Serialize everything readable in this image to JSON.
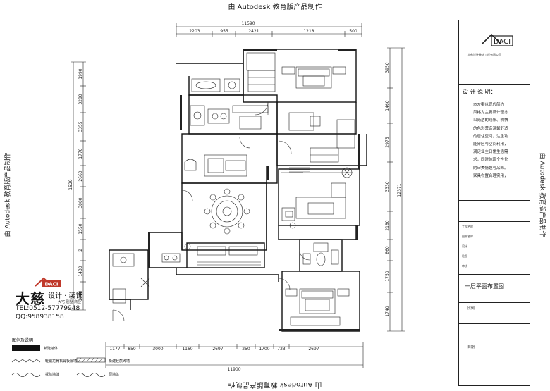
{
  "watermarks": {
    "top": "由 Autodesk 教育版产品制作",
    "bottom": "由 Autodesk 教育版产品制作",
    "left": "由 Autodesk 教育版产品制作",
    "right": "由 Autodesk 教育版产品制作"
  },
  "brand": {
    "logo_text": "DACI",
    "name": "大慈",
    "sub": "设计 · 装饰",
    "tagline": "大宅  别墅  商业",
    "tel": "TEL:0512-57779948",
    "qq": "QQ:958938158"
  },
  "dimensions": {
    "top_total": "11590",
    "top_segments": [
      "2203",
      "955",
      "2421",
      "1218",
      "500"
    ],
    "bottom_total": "11900",
    "bottom_segments": [
      "1177",
      "850",
      "3000",
      "1160",
      "2697",
      "250",
      "1700",
      "723",
      "2697"
    ],
    "left_total": "1520",
    "left_segments": [
      "1990",
      "3280",
      "3355",
      "1770",
      "2660",
      "3000",
      "1550",
      "2",
      "1430",
      "1800"
    ],
    "right_total": "12371",
    "right_segments": [
      "3950",
      "1460",
      "2975",
      "3330",
      "2180",
      "860",
      "1750",
      "1740"
    ]
  },
  "title_block": {
    "logo_text": "DACI",
    "company": "大慈设计装饰工程有限公司",
    "notes_title": "设 计 说 明：",
    "notes": [
      "本方案以现代简约",
      "风格为主要设计理念",
      "以简洁的线条、明快",
      "的色彩营造温馨舒适",
      "的居住空间，注重功",
      "能分区与空间利用，",
      "满足业主日常生活需",
      "求，同时体现个性化",
      "的审美情趣与品味。",
      "家具布置合理实用，"
    ],
    "fields": [
      "工程名称",
      "图纸名称",
      "设计",
      "绘图",
      "审核"
    ],
    "drawing_name": "一层平面布置图",
    "scale_label": "比例",
    "date_label": "日期"
  },
  "legend": {
    "title": "图例及说明",
    "items": [
      "新建墙体",
      "轻钢龙骨石膏板隔墙",
      "新建轻质砖墙",
      "拆除墙体",
      "原墙体"
    ]
  }
}
